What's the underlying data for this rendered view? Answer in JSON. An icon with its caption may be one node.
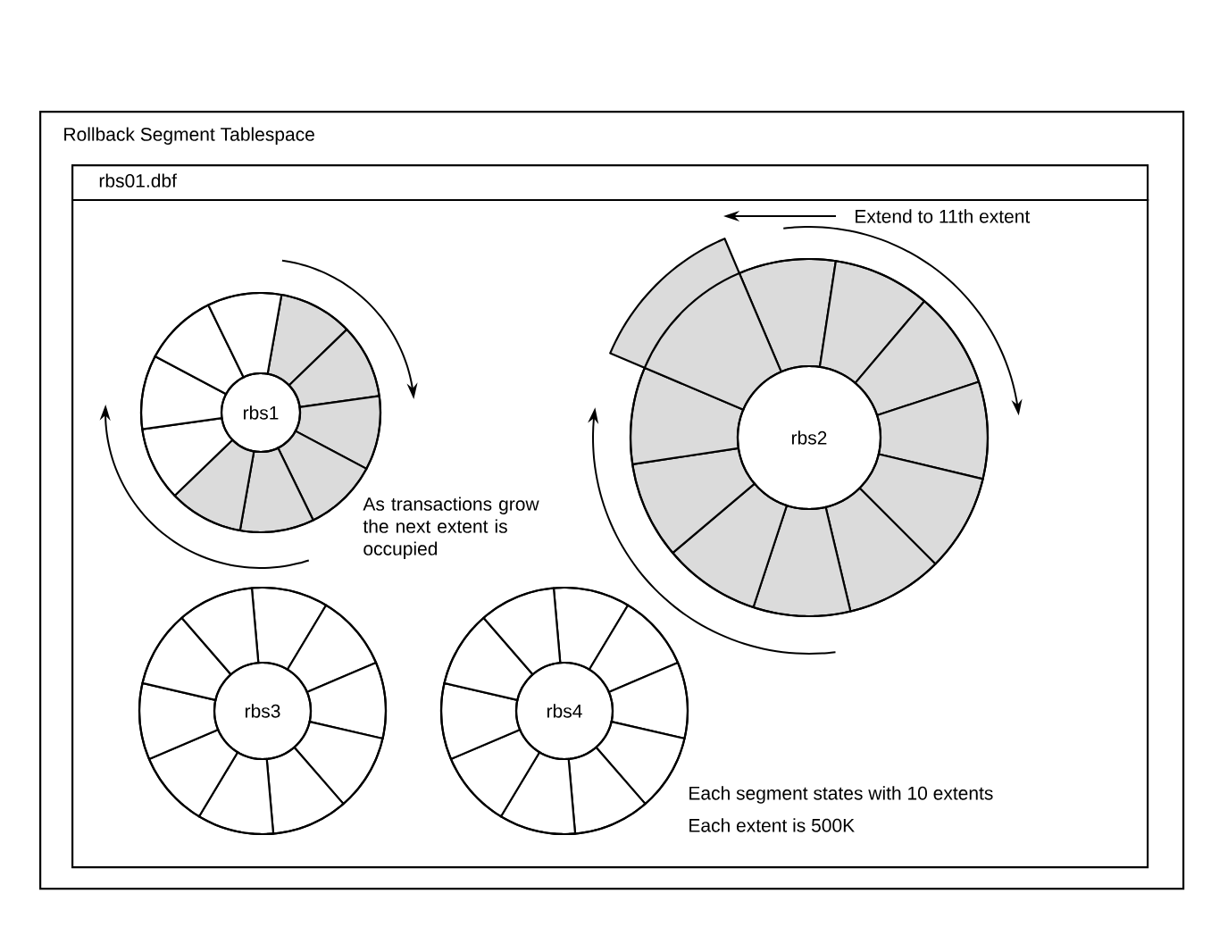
{
  "diagram": {
    "nodes": [
      {
        "text": [
          "Rollback Segment Tablespace"
        ]
      },
      {
        "text": [
          "rbs01.dbf"
        ],
        "in": 0
      },
      {
        "text": [
          "rbs1"
        ],
        "in": 1
      },
      {
        "text": [
          "rbs2"
        ],
        "in": 1
      },
      {
        "text": [
          "rbs3"
        ],
        "in": 1
      },
      {
        "text": [
          "rbs4"
        ],
        "in": 1
      }
    ],
    "labels": [
      "Extend to 11th extent",
      "As transactions grow the next extent is occupied",
      "Each segment states with 10 extents",
      "Each extent is 500K"
    ]
  }
}
